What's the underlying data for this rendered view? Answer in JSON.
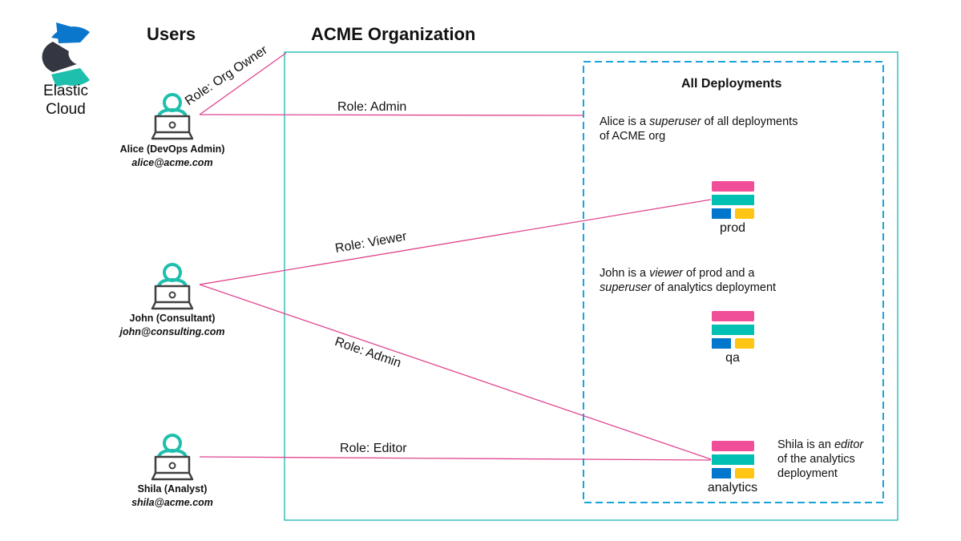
{
  "logo": {
    "line1": "Elastic",
    "line2": "Cloud"
  },
  "headers": {
    "users": "Users",
    "org": "ACME Organization",
    "all_deployments": "All Deployments"
  },
  "users": [
    {
      "name": "Alice (DevOps Admin)",
      "email": "alice@acme.com"
    },
    {
      "name": "John (Consultant)",
      "email": "john@consulting.com"
    },
    {
      "name": "Shila (Analyst)",
      "email": "shila@acme.com"
    }
  ],
  "roles": {
    "org_owner": "Role: Org Owner",
    "alice_admin": "Role: Admin",
    "john_viewer": "Role: Viewer",
    "john_admin": "Role: Admin",
    "shila_editor": "Role: Editor"
  },
  "notes": {
    "alice": {
      "a": "Alice is a ",
      "b": "superuser",
      "c": " of all deployments",
      "d": "of ACME org"
    },
    "john": {
      "a": "John is a ",
      "b": "viewer",
      "c": " of prod and a",
      "d": "superuser",
      "e": " of analytics deployment"
    },
    "shila": {
      "a": "Shila is an ",
      "b": "editor",
      "c": "of the analytics",
      "d": "deployment"
    }
  },
  "deployments": [
    "prod",
    "qa",
    "analytics"
  ],
  "colors": {
    "line": "#e0458f",
    "org_border": "#16b5b0",
    "dashed": "#1aa3dd",
    "user_icon": "#1fbfae",
    "laptop": "#404040",
    "logo_blue": "#0b77cc",
    "logo_dark": "#343741",
    "logo_teal": "#1fbfae",
    "dep_pink": "#f04e98",
    "dep_teal": "#00bfb3",
    "dep_blue": "#0077cc",
    "dep_yellow": "#fec514"
  }
}
